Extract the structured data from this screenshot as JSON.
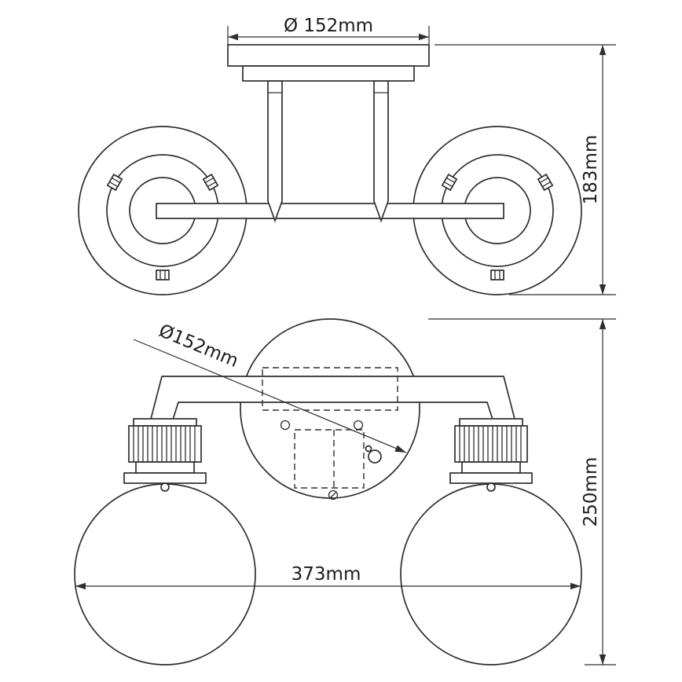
{
  "drawing": {
    "type": "technical-dimension-diagram",
    "subject": "two-globe ceiling light fixture, top view and front view",
    "dimensions": {
      "canopy_diameter": "Ø 152mm",
      "fixture_depth": "183mm",
      "backplate_diameter": "Ø152mm",
      "fixture_height": "250mm",
      "overall_width": "373mm"
    },
    "colors": {
      "line": "#2e2e2e",
      "background": "#ffffff"
    }
  }
}
